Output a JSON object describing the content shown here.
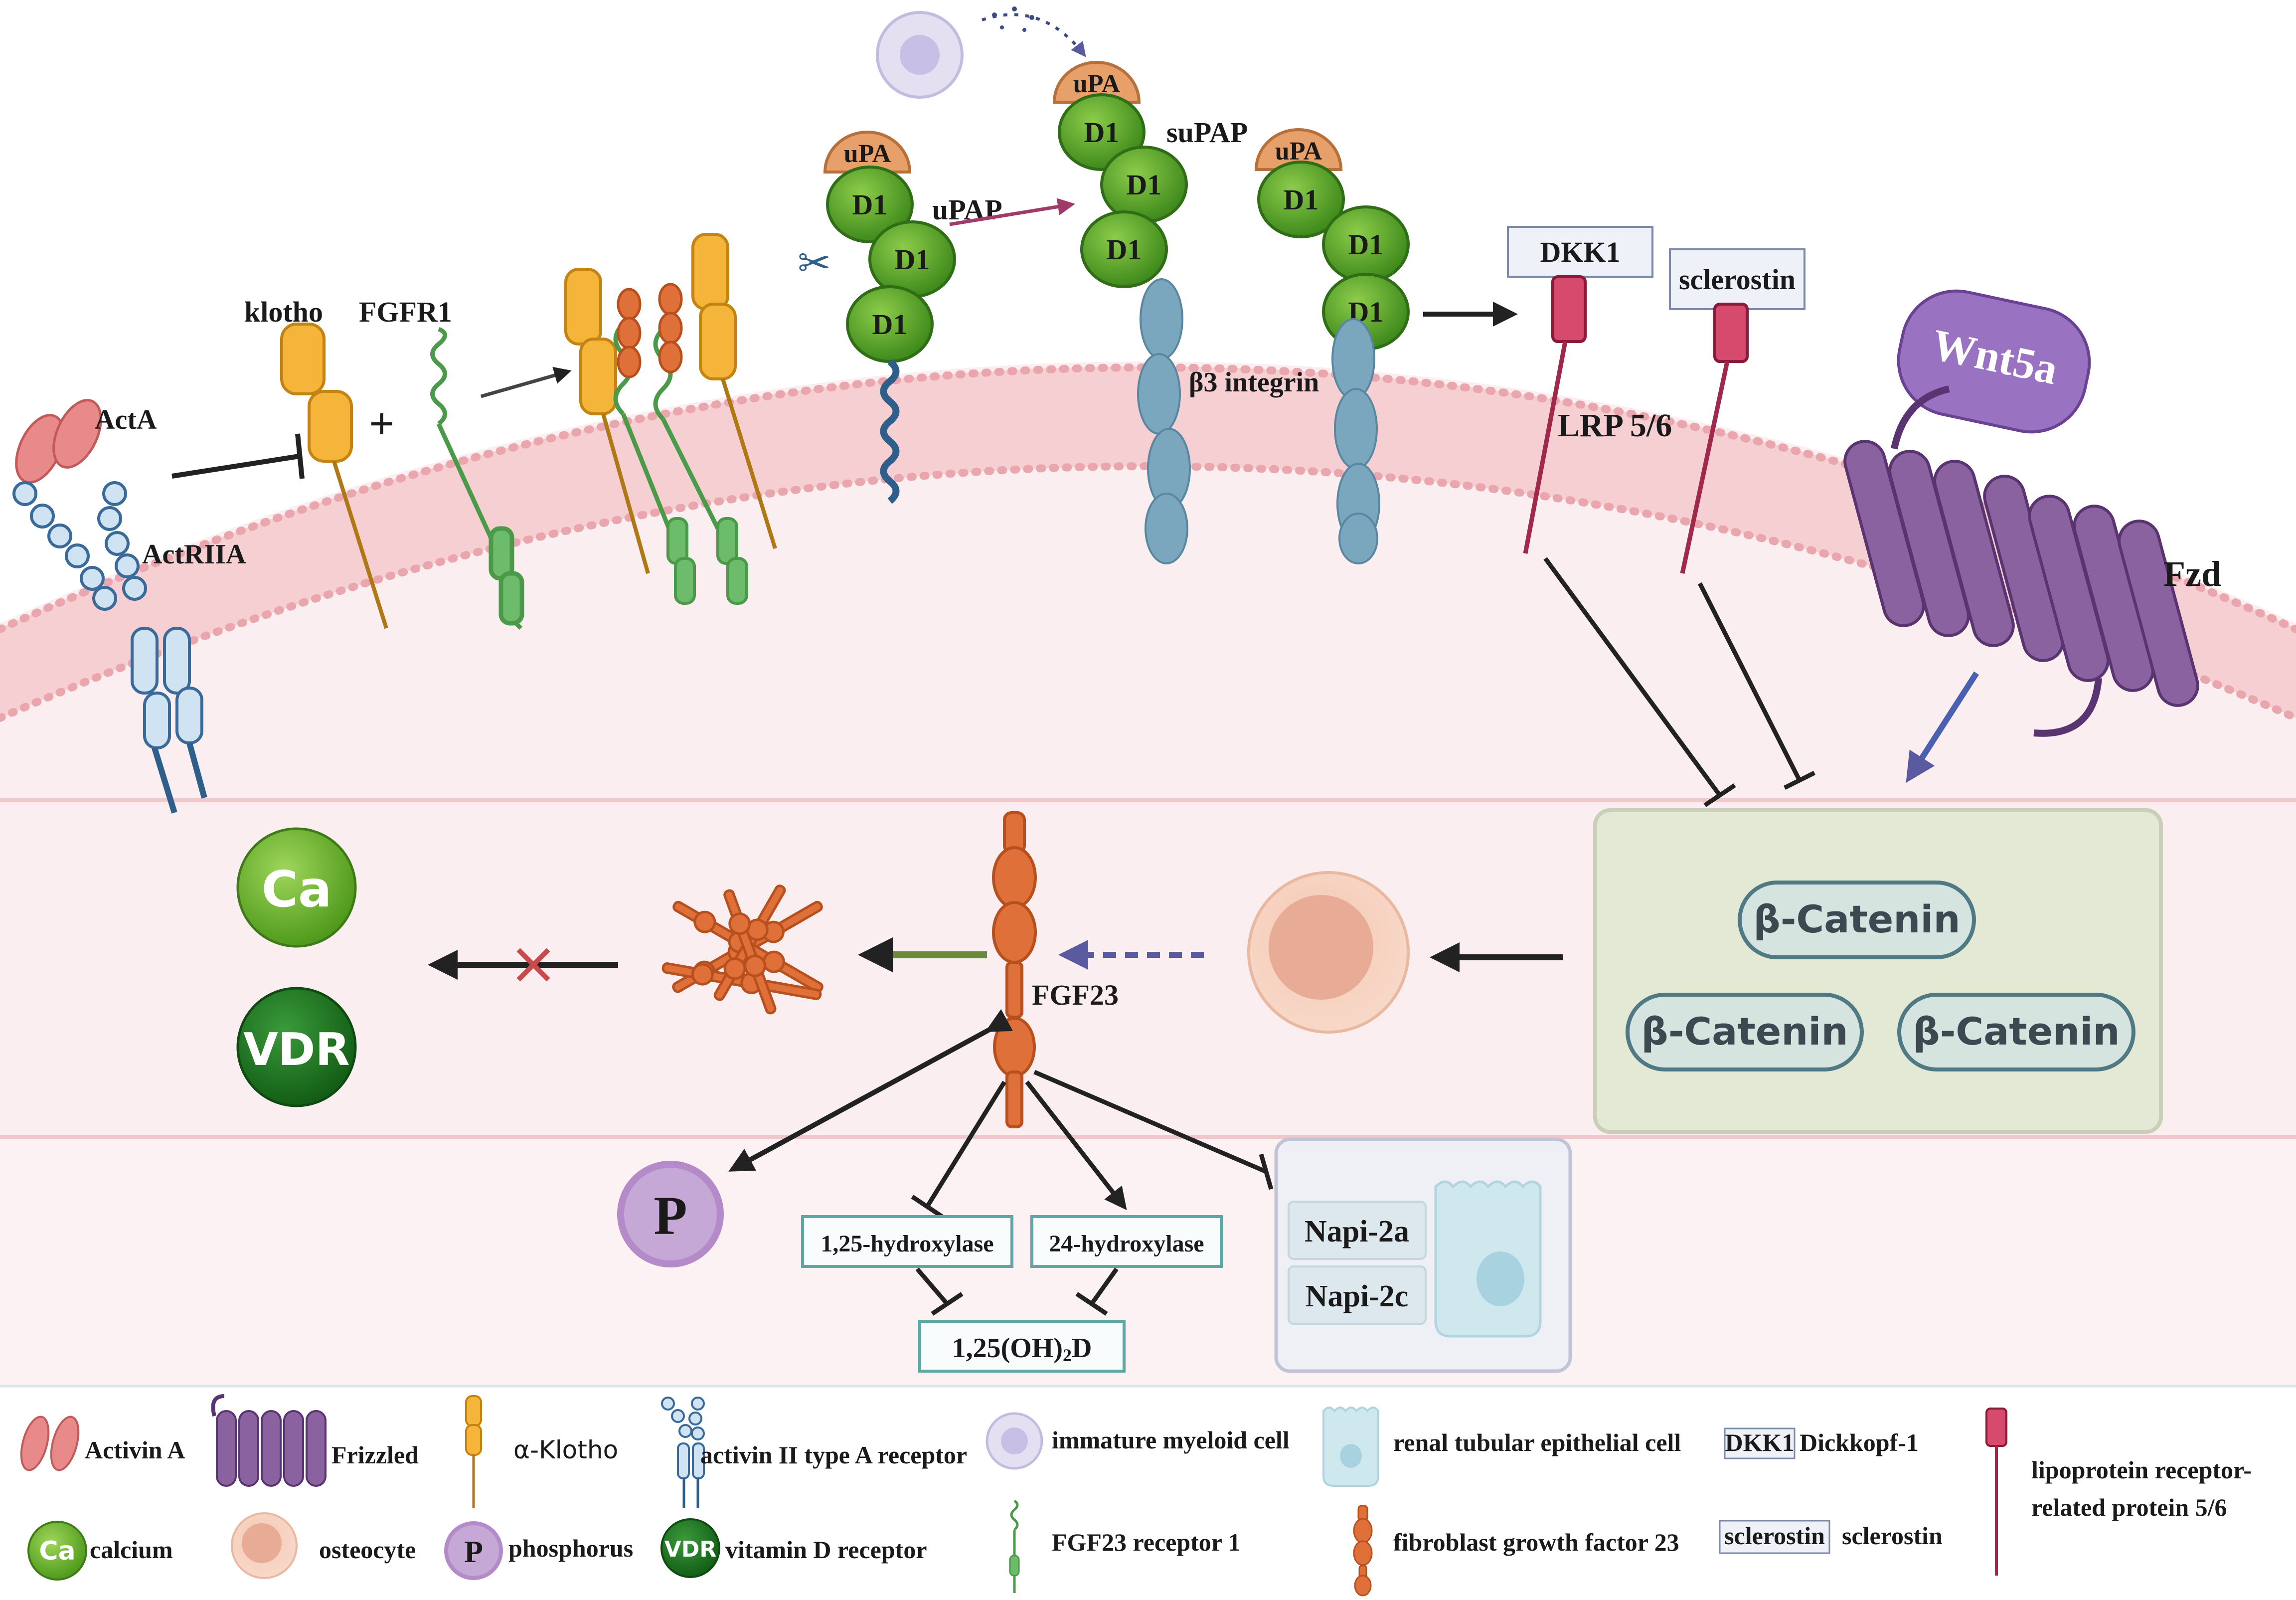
{
  "colors": {
    "membrane": "#f4c9cc",
    "cytoplasm": "#fbeef0",
    "catenin_box": "#e4e9d6",
    "catenin_pill": "#d6e4e0",
    "d1": "#5aa02c",
    "upa": "#e8a06a",
    "klotho": "#f5b43a",
    "fgfr1": "#4a9a4a",
    "integrin": "#7aa7be",
    "lrp": "#a0284a",
    "frizzled": "#8a62a0",
    "wnt5a": "#9a72c2",
    "fgf23": "#e0703a",
    "calcium": "#6cb22c",
    "vdr": "#1f7a22",
    "phosphorus": "#c6a8d6",
    "box_border": "#5fa6a6"
  },
  "labels": {
    "acta": "ActA",
    "actriia": "ActRIIA",
    "klotho": "klotho",
    "plus": "+",
    "fgfr1": "FGFR1",
    "upa": "uPA",
    "d1": "D1",
    "upap": "uPAP",
    "supap": "suPAP",
    "b3_integrin": "β3 integrin",
    "dkk1": "DKK1",
    "sclerostin": "sclerostin",
    "lrp56": "LRP 5/6",
    "wnt5a": "Wnt5a",
    "fzd": "Fzd",
    "b_catenin": "β-Catenin",
    "ca": "Ca",
    "vdr": "VDR",
    "fgf23": "FGF23",
    "p": "P",
    "hydroxylase_125": "1,25-hydroxylase",
    "hydroxylase_24": "24-hydroxylase",
    "oh2d_main": "1,25(OH)",
    "oh2d_sub": "2",
    "oh2d_end": "D",
    "napi2a": "Napi-2a",
    "napi2c": "Napi-2c"
  },
  "legend": {
    "activin_a": "Activin A",
    "frizzled": "Frizzled",
    "alpha_klotho": "α-Klotho",
    "actriia": "activin II type A receptor",
    "myeloid": "immature myeloid cell",
    "renal": "renal tubular epithelial cell",
    "dkk1_box": "DKK1",
    "dkk1_text": "Dickkopf-1",
    "lrp_line1": "lipoprotein receptor-",
    "lrp_line2": "related protein 5/6",
    "calcium": "calcium",
    "osteocyte": "osteocyte",
    "phosphorus": "phosphorus",
    "vdr_text": "vitamin D receptor",
    "fgfr1": "FGF23 receptor 1",
    "fgf23": "fibroblast growth factor 23",
    "sclerostin_box": "sclerostin",
    "sclerostin_text": "sclerostin"
  }
}
